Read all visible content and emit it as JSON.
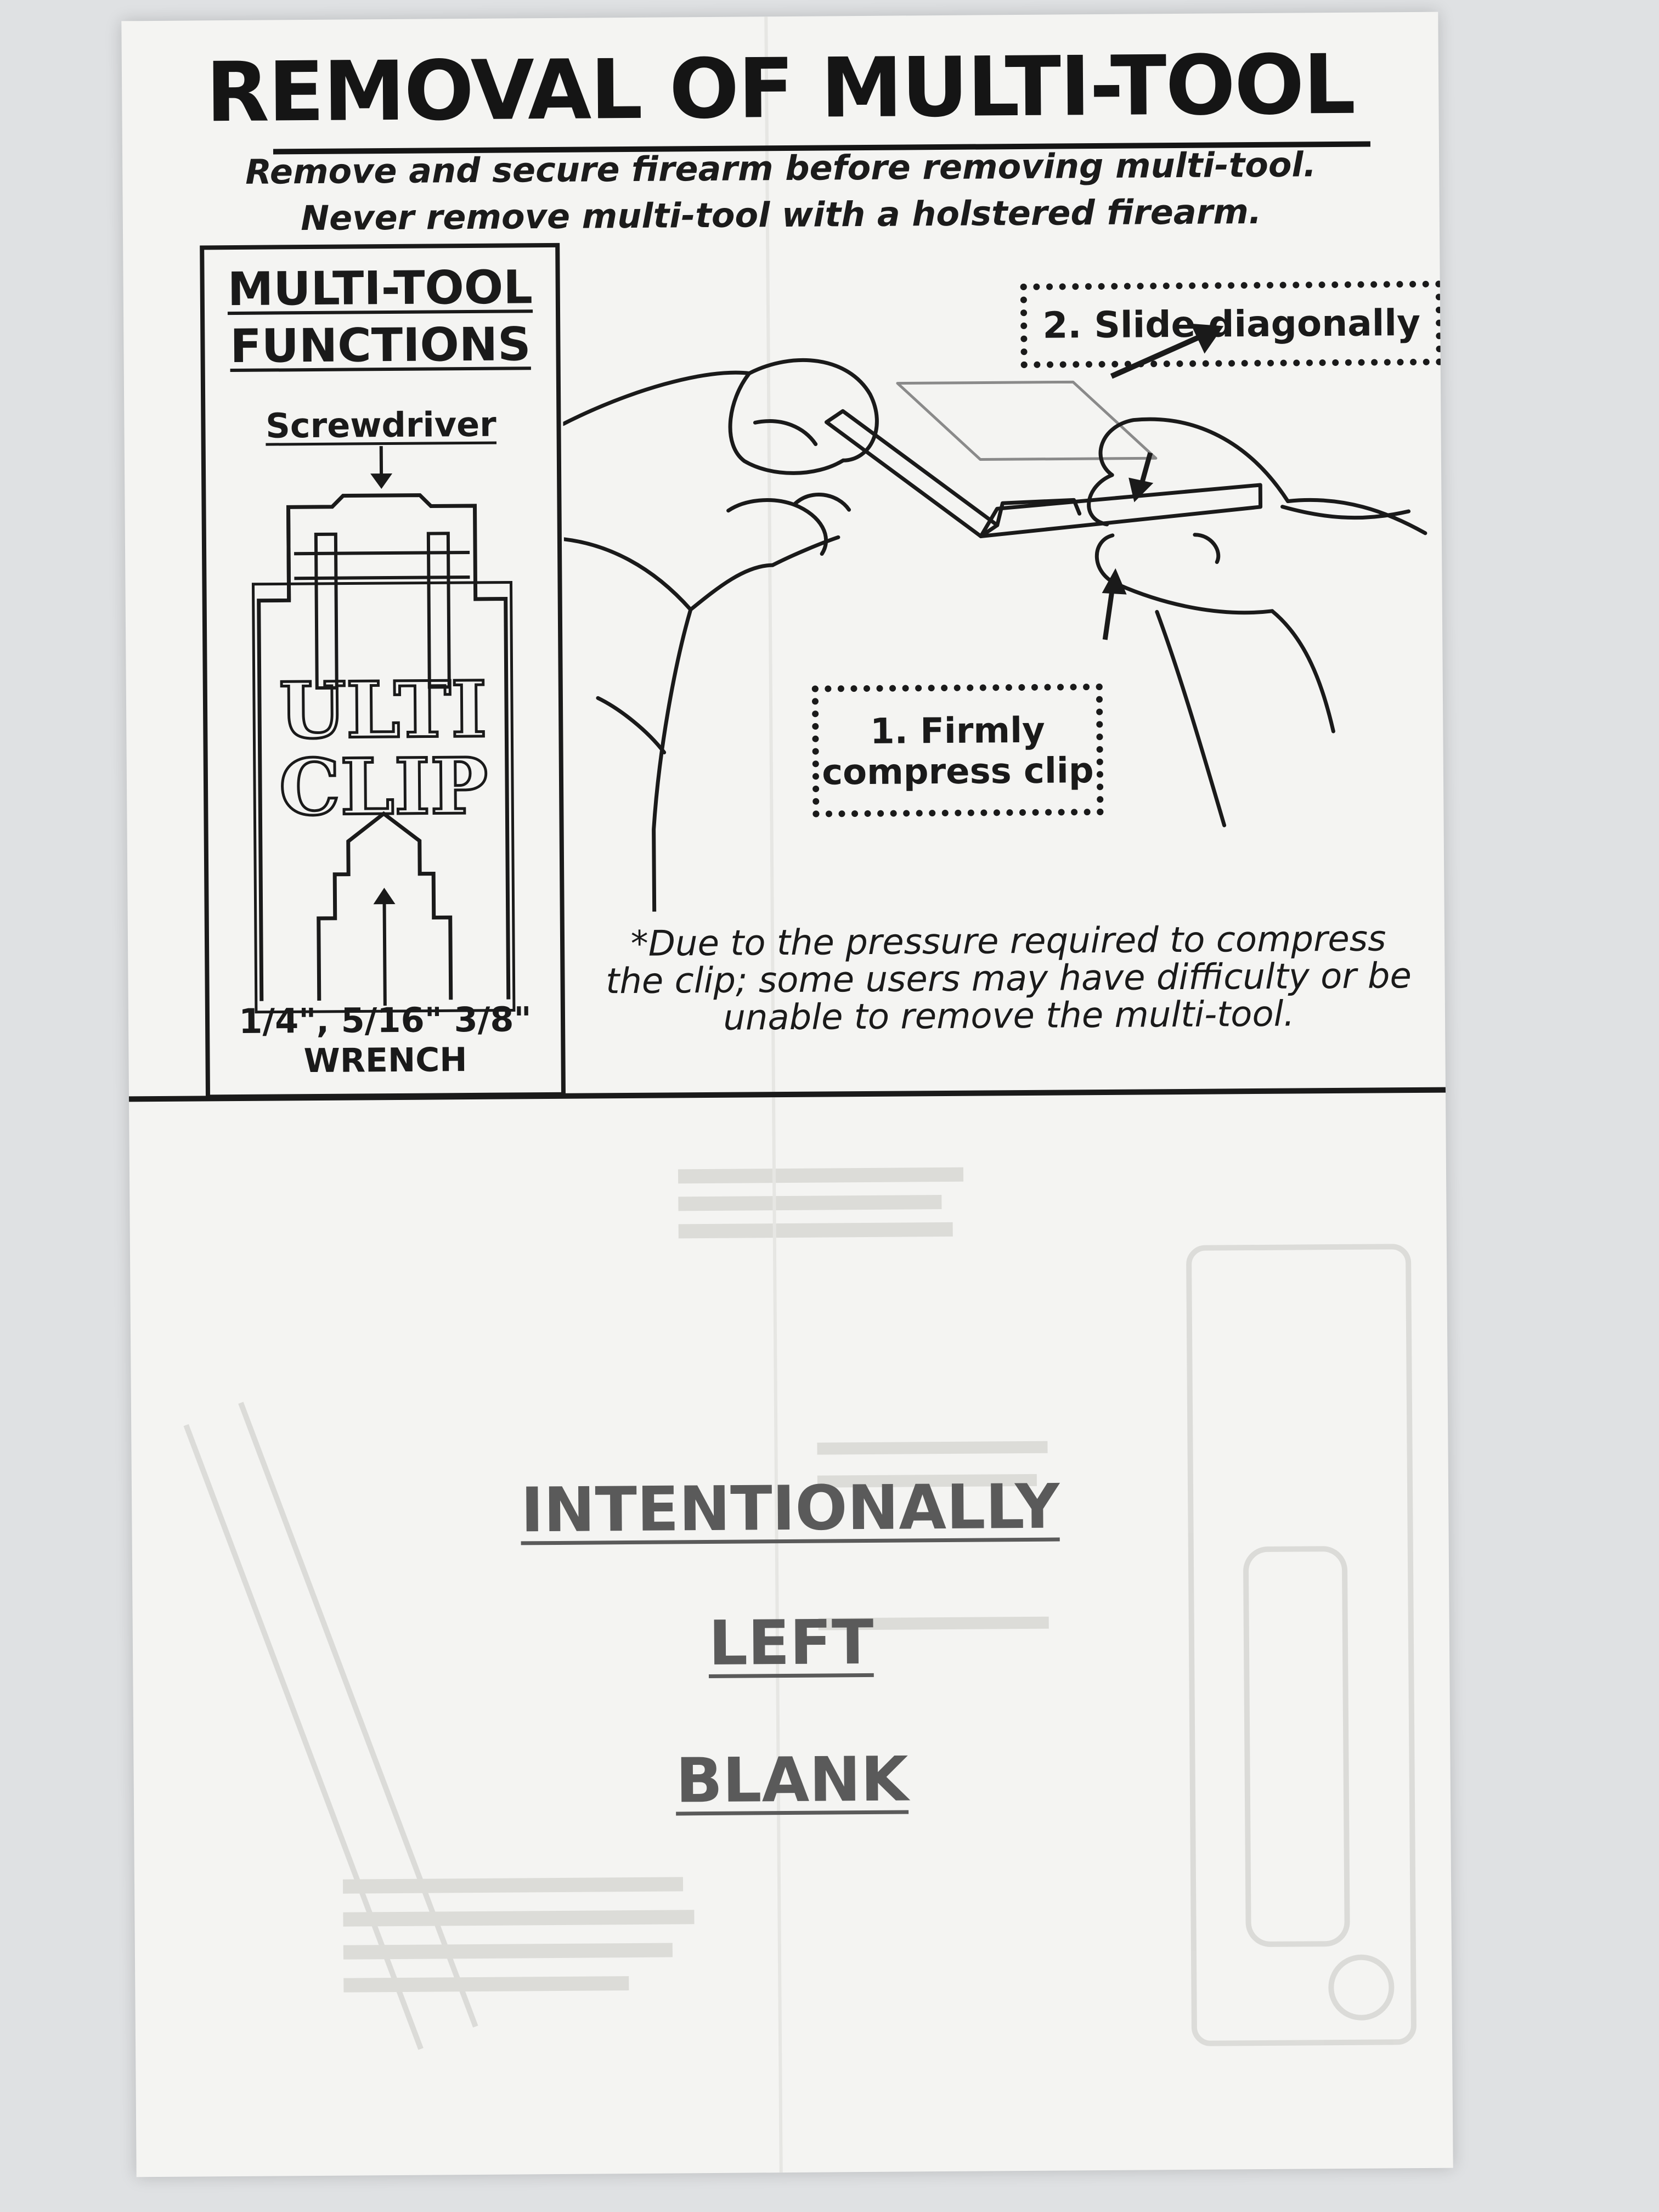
{
  "document": {
    "title": "REMOVAL OF MULTI-TOOL",
    "warnings": [
      "Remove and secure firearm before removing multi-tool.",
      "Never remove multi-tool with a holstered firearm."
    ]
  },
  "functions_box": {
    "title_line1": "MULTI-TOOL",
    "title_line2": "FUNCTIONS",
    "screwdriver_label": "Screwdriver",
    "brand_line1": "ULTI",
    "brand_line2": "CLIP",
    "wrench_sizes": "1/4\", 5/16\" 3/8\"",
    "wrench_label": "WRENCH"
  },
  "steps": {
    "step2": "2. Slide diagonally",
    "step1_line1": "1. Firmly",
    "step1_line2": "compress clip"
  },
  "footnote": {
    "line1": "*Due to the pressure required to compress",
    "line2": "the clip; some users may have difficulty or be",
    "line3": "unable to remove the multi-tool."
  },
  "blank_section": {
    "line1": "INTENTIONALLY",
    "line2": "LEFT",
    "line3": "BLANK"
  },
  "colors": {
    "paper": "#f4f4f2",
    "ink": "#1a1a1a",
    "faded_ink": "#5a5a5a",
    "background": "#dfe1e3"
  }
}
